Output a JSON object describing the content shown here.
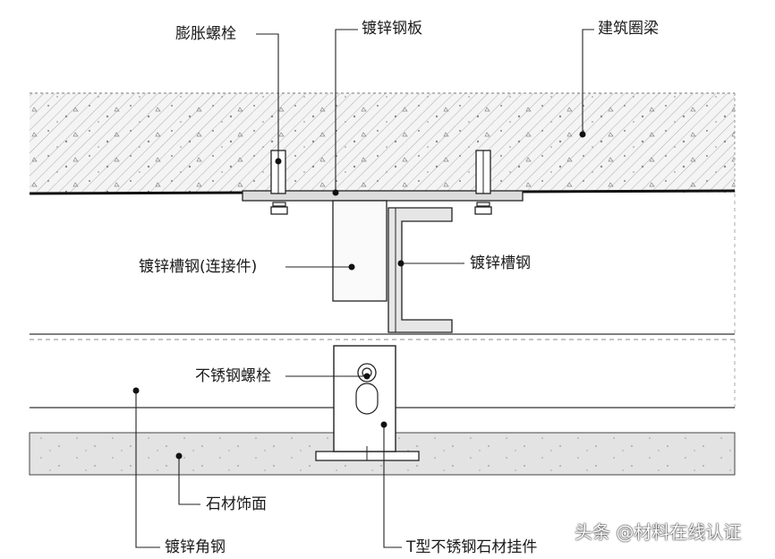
{
  "labels": {
    "expansion_bolt": "膨胀螺栓",
    "galvanized_plate": "镀锌钢板",
    "ring_beam": "建筑圈梁",
    "channel_connector": "镀锌槽钢(连接件)",
    "channel_steel": "镀锌槽钢",
    "stainless_bolt": "不锈钢螺栓",
    "stone_finish": "石材饰面",
    "angle_steel": "镀锌角钢",
    "t_hanger": "T型不锈钢石材挂件"
  },
  "watermark": "头条 @材料在线认证",
  "colors": {
    "line": "#222222",
    "concrete_fill": "#f2f2f2",
    "stone_fill": "#e2e2e2",
    "paper": "#ffffff"
  }
}
